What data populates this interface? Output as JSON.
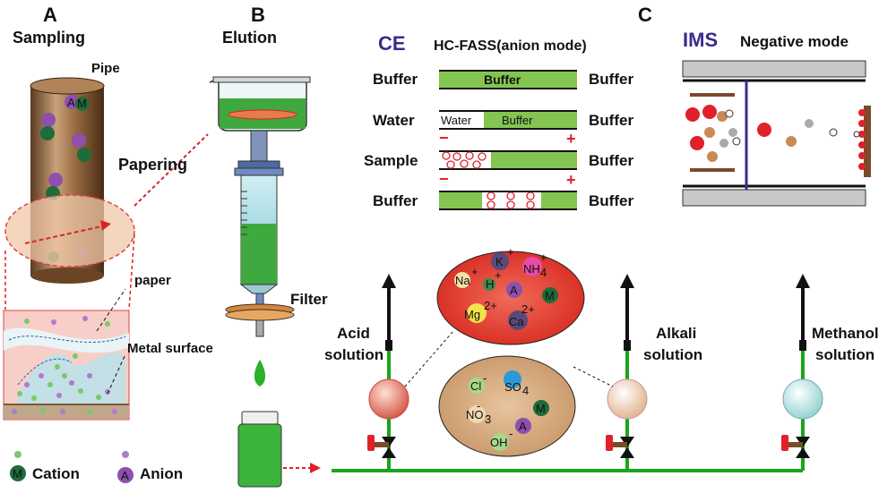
{
  "panels": {
    "a": {
      "letter": "A",
      "title": "Sampling",
      "pipe": "Pipe",
      "papering": "Papering",
      "paper": "paper",
      "metal": "Metal surface",
      "pipe_ion_a": "A",
      "pipe_ion_m": "M"
    },
    "b": {
      "letter": "B",
      "title": "Elution",
      "filter": "Filter"
    },
    "c": {
      "letter": "C"
    }
  },
  "legend": {
    "cation": "Cation",
    "anion": "Anion",
    "cation_symbol": "M",
    "anion_symbol": "A"
  },
  "ce": {
    "title": "CE",
    "subtitle": "HC-FASS(anion mode)",
    "rows": [
      {
        "left": "Buffer",
        "right": "Buffer",
        "inner": "Buffer"
      },
      {
        "left": "Water",
        "right": "Buffer",
        "inner_water": "Water",
        "inner": "Buffer"
      },
      {
        "left": "Sample",
        "right": "Buffer"
      },
      {
        "left": "Buffer",
        "right": "Buffer"
      }
    ],
    "neg": "−",
    "pos": "+"
  },
  "ims": {
    "title": "IMS",
    "subtitle": "Negative mode"
  },
  "solutions": {
    "acid": [
      "Acid",
      "solution"
    ],
    "alkali": [
      "Alkali",
      "solution"
    ],
    "methanol": [
      "Methanol",
      "solution"
    ]
  },
  "cation_ions": {
    "na": "Na",
    "k": "K",
    "nh4": "NH",
    "h": "H",
    "a": "A",
    "m": "M",
    "mg": "Mg",
    "ca": "Ca",
    "plus": "+",
    "two_plus": "2+",
    "sub4": "4"
  },
  "anion_ions": {
    "cl": "Cl",
    "so4": "SO",
    "no3": "NO",
    "oh": "OH",
    "a": "A",
    "m": "M",
    "minus": "-",
    "sub4": "4",
    "sub3": "3"
  },
  "colors": {
    "green": "#1aa51a",
    "buffer": "#84c551",
    "red": "#e0202a",
    "brown": "#7a4a2a",
    "purple": "#8e4fae",
    "darkgreen": "#1f6b3a"
  }
}
